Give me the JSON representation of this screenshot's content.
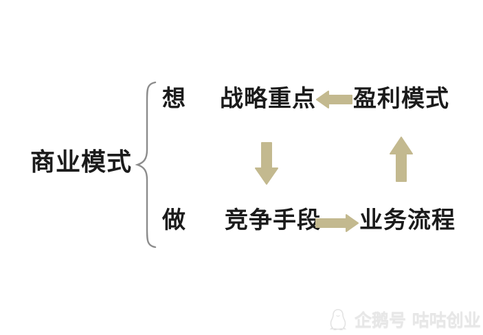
{
  "colors": {
    "background": "#ffffff",
    "text": "#1b1b1b",
    "arrow": "#c3b98f",
    "brace": "#8c8c8c",
    "watermark": "#e7e7e7"
  },
  "diagram": {
    "root": {
      "label": "商业模式"
    },
    "categories": {
      "think": "想",
      "do": "做"
    },
    "nodes": {
      "strategic_focus": "战略重点",
      "profit_model": "盈利模式",
      "competitive_means": "竞争手段",
      "business_process": "业务流程"
    },
    "arrows": [
      {
        "name": "profit-model-to-strategic-focus",
        "direction": "left"
      },
      {
        "name": "strategic-focus-to-competitive-means",
        "direction": "down"
      },
      {
        "name": "competitive-means-to-business-process",
        "direction": "right"
      },
      {
        "name": "business-process-to-profit-model",
        "direction": "up"
      }
    ]
  },
  "watermark": {
    "icon": "penguin-icon",
    "label": "企鹅号 咕咕创业"
  }
}
